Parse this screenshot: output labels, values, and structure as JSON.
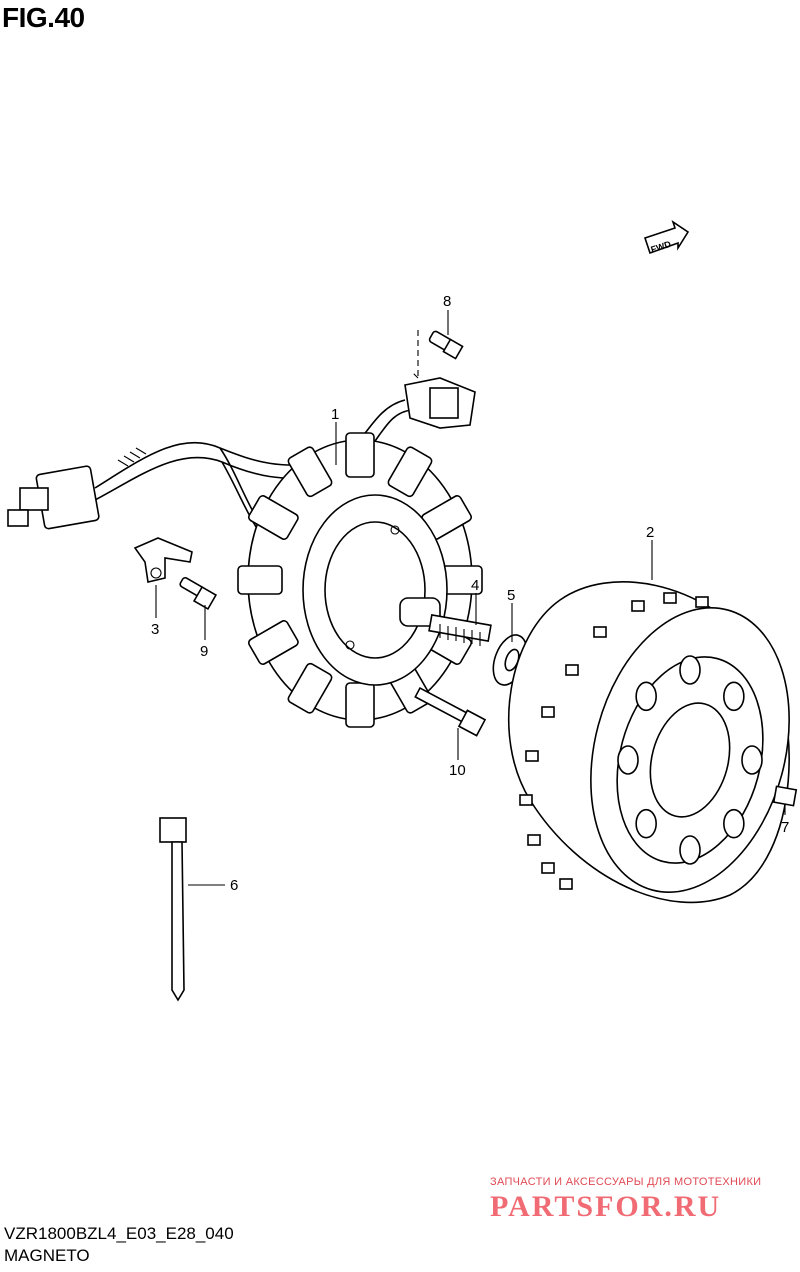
{
  "figure": {
    "title": "FIG.40",
    "model_code": "VZR1800BZL4_E03_E28_040",
    "section_name": "MAGNETO"
  },
  "direction_marker": {
    "label": "FWD",
    "icon": "forward-arrow-icon"
  },
  "callouts": [
    {
      "number": "1",
      "part": "stator-coil"
    },
    {
      "number": "2",
      "part": "rotor"
    },
    {
      "number": "3",
      "part": "clamp"
    },
    {
      "number": "4",
      "part": "rotor-bolt"
    },
    {
      "number": "5",
      "part": "washer"
    },
    {
      "number": "6",
      "part": "cable-tie"
    },
    {
      "number": "7",
      "part": "key"
    },
    {
      "number": "8",
      "part": "screw"
    },
    {
      "number": "9",
      "part": "screw"
    },
    {
      "number": "10",
      "part": "bolt"
    }
  ],
  "watermark": {
    "line1": "ЗАПЧАСТИ И АКСЕССУАРЫ ДЛЯ МОТОТЕХНИКИ",
    "line2": "PARTSFOR.RU"
  }
}
